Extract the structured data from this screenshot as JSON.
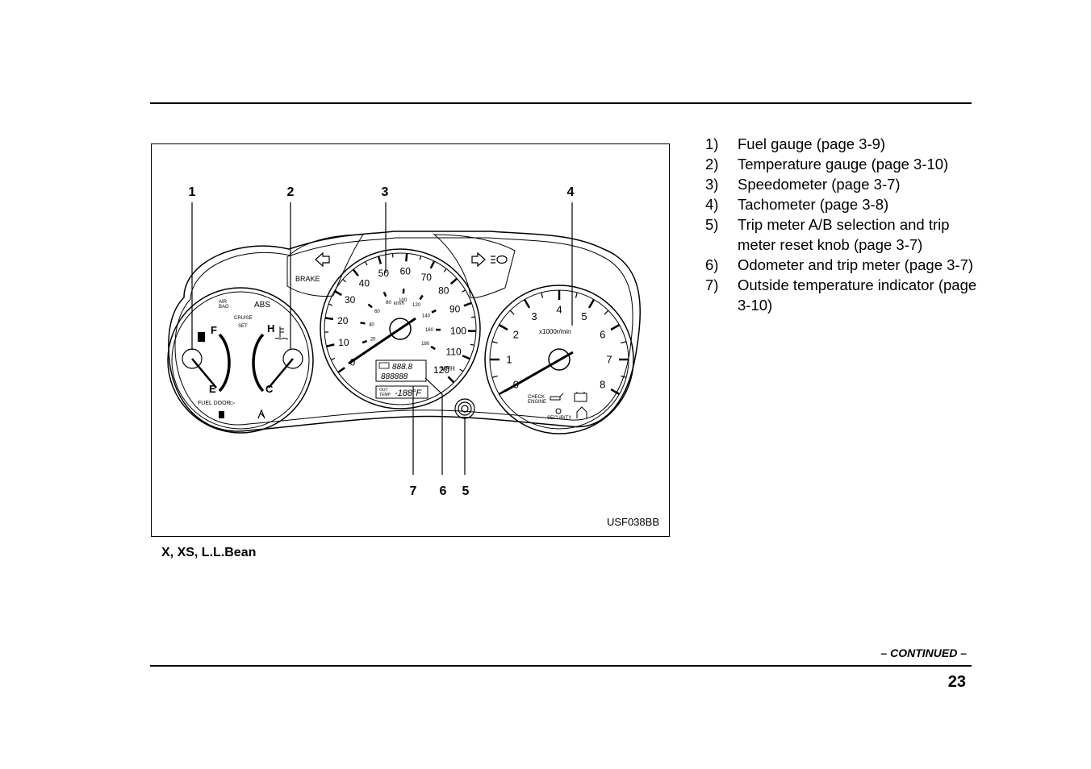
{
  "figure": {
    "id": "USF038BB",
    "callouts": [
      "1",
      "2",
      "3",
      "4",
      "5",
      "6",
      "7"
    ],
    "fuel_gauge": {
      "full": "F",
      "empty": "E",
      "fuel_door": "FUEL DOOR▷"
    },
    "temp_gauge": {
      "hot": "H",
      "cold": "C"
    },
    "warning_labels": {
      "airbag": "AIR BAG",
      "abs": "ABS",
      "cruise": "CRUISE",
      "set": "SET",
      "brake": "BRAKE"
    },
    "speedometer": {
      "mph_ticks": [
        "0",
        "10",
        "20",
        "30",
        "40",
        "50",
        "60",
        "70",
        "80",
        "90",
        "100",
        "110",
        "120"
      ],
      "kmh_ticks": [
        "20",
        "40",
        "60",
        "80",
        "100",
        "120",
        "140",
        "160",
        "180"
      ],
      "kmh_unit": "km/h",
      "mph_unit": "MPH",
      "odometer_display": "888.8",
      "odometer_digits": "888888",
      "temp_label_1": "OUT",
      "temp_label_2": "TEMP",
      "temp_display": "-188°F"
    },
    "tachometer": {
      "ticks": [
        "0",
        "1",
        "2",
        "3",
        "4",
        "5",
        "6",
        "7",
        "8"
      ],
      "unit": "x1000r/min",
      "check_engine_1": "CHECK",
      "check_engine_2": "ENGINE",
      "security": "SECURITY"
    }
  },
  "caption": "X, XS, L.L.Bean",
  "legend": [
    {
      "num": "1)",
      "text": "Fuel gauge (page 3-9)"
    },
    {
      "num": "2)",
      "text": "Temperature gauge (page 3-10)"
    },
    {
      "num": "3)",
      "text": "Speedometer (page 3-7)"
    },
    {
      "num": "4)",
      "text": "Tachometer (page 3-8)"
    },
    {
      "num": "5)",
      "text": "Trip meter A/B selection and trip meter reset knob (page 3-7)"
    },
    {
      "num": "6)",
      "text": "Odometer and trip meter (page 3-7)"
    },
    {
      "num": "7)",
      "text": "Outside temperature indicator (page 3-10)"
    }
  ],
  "footer": {
    "continued": "– CONTINUED –",
    "page": "23"
  }
}
